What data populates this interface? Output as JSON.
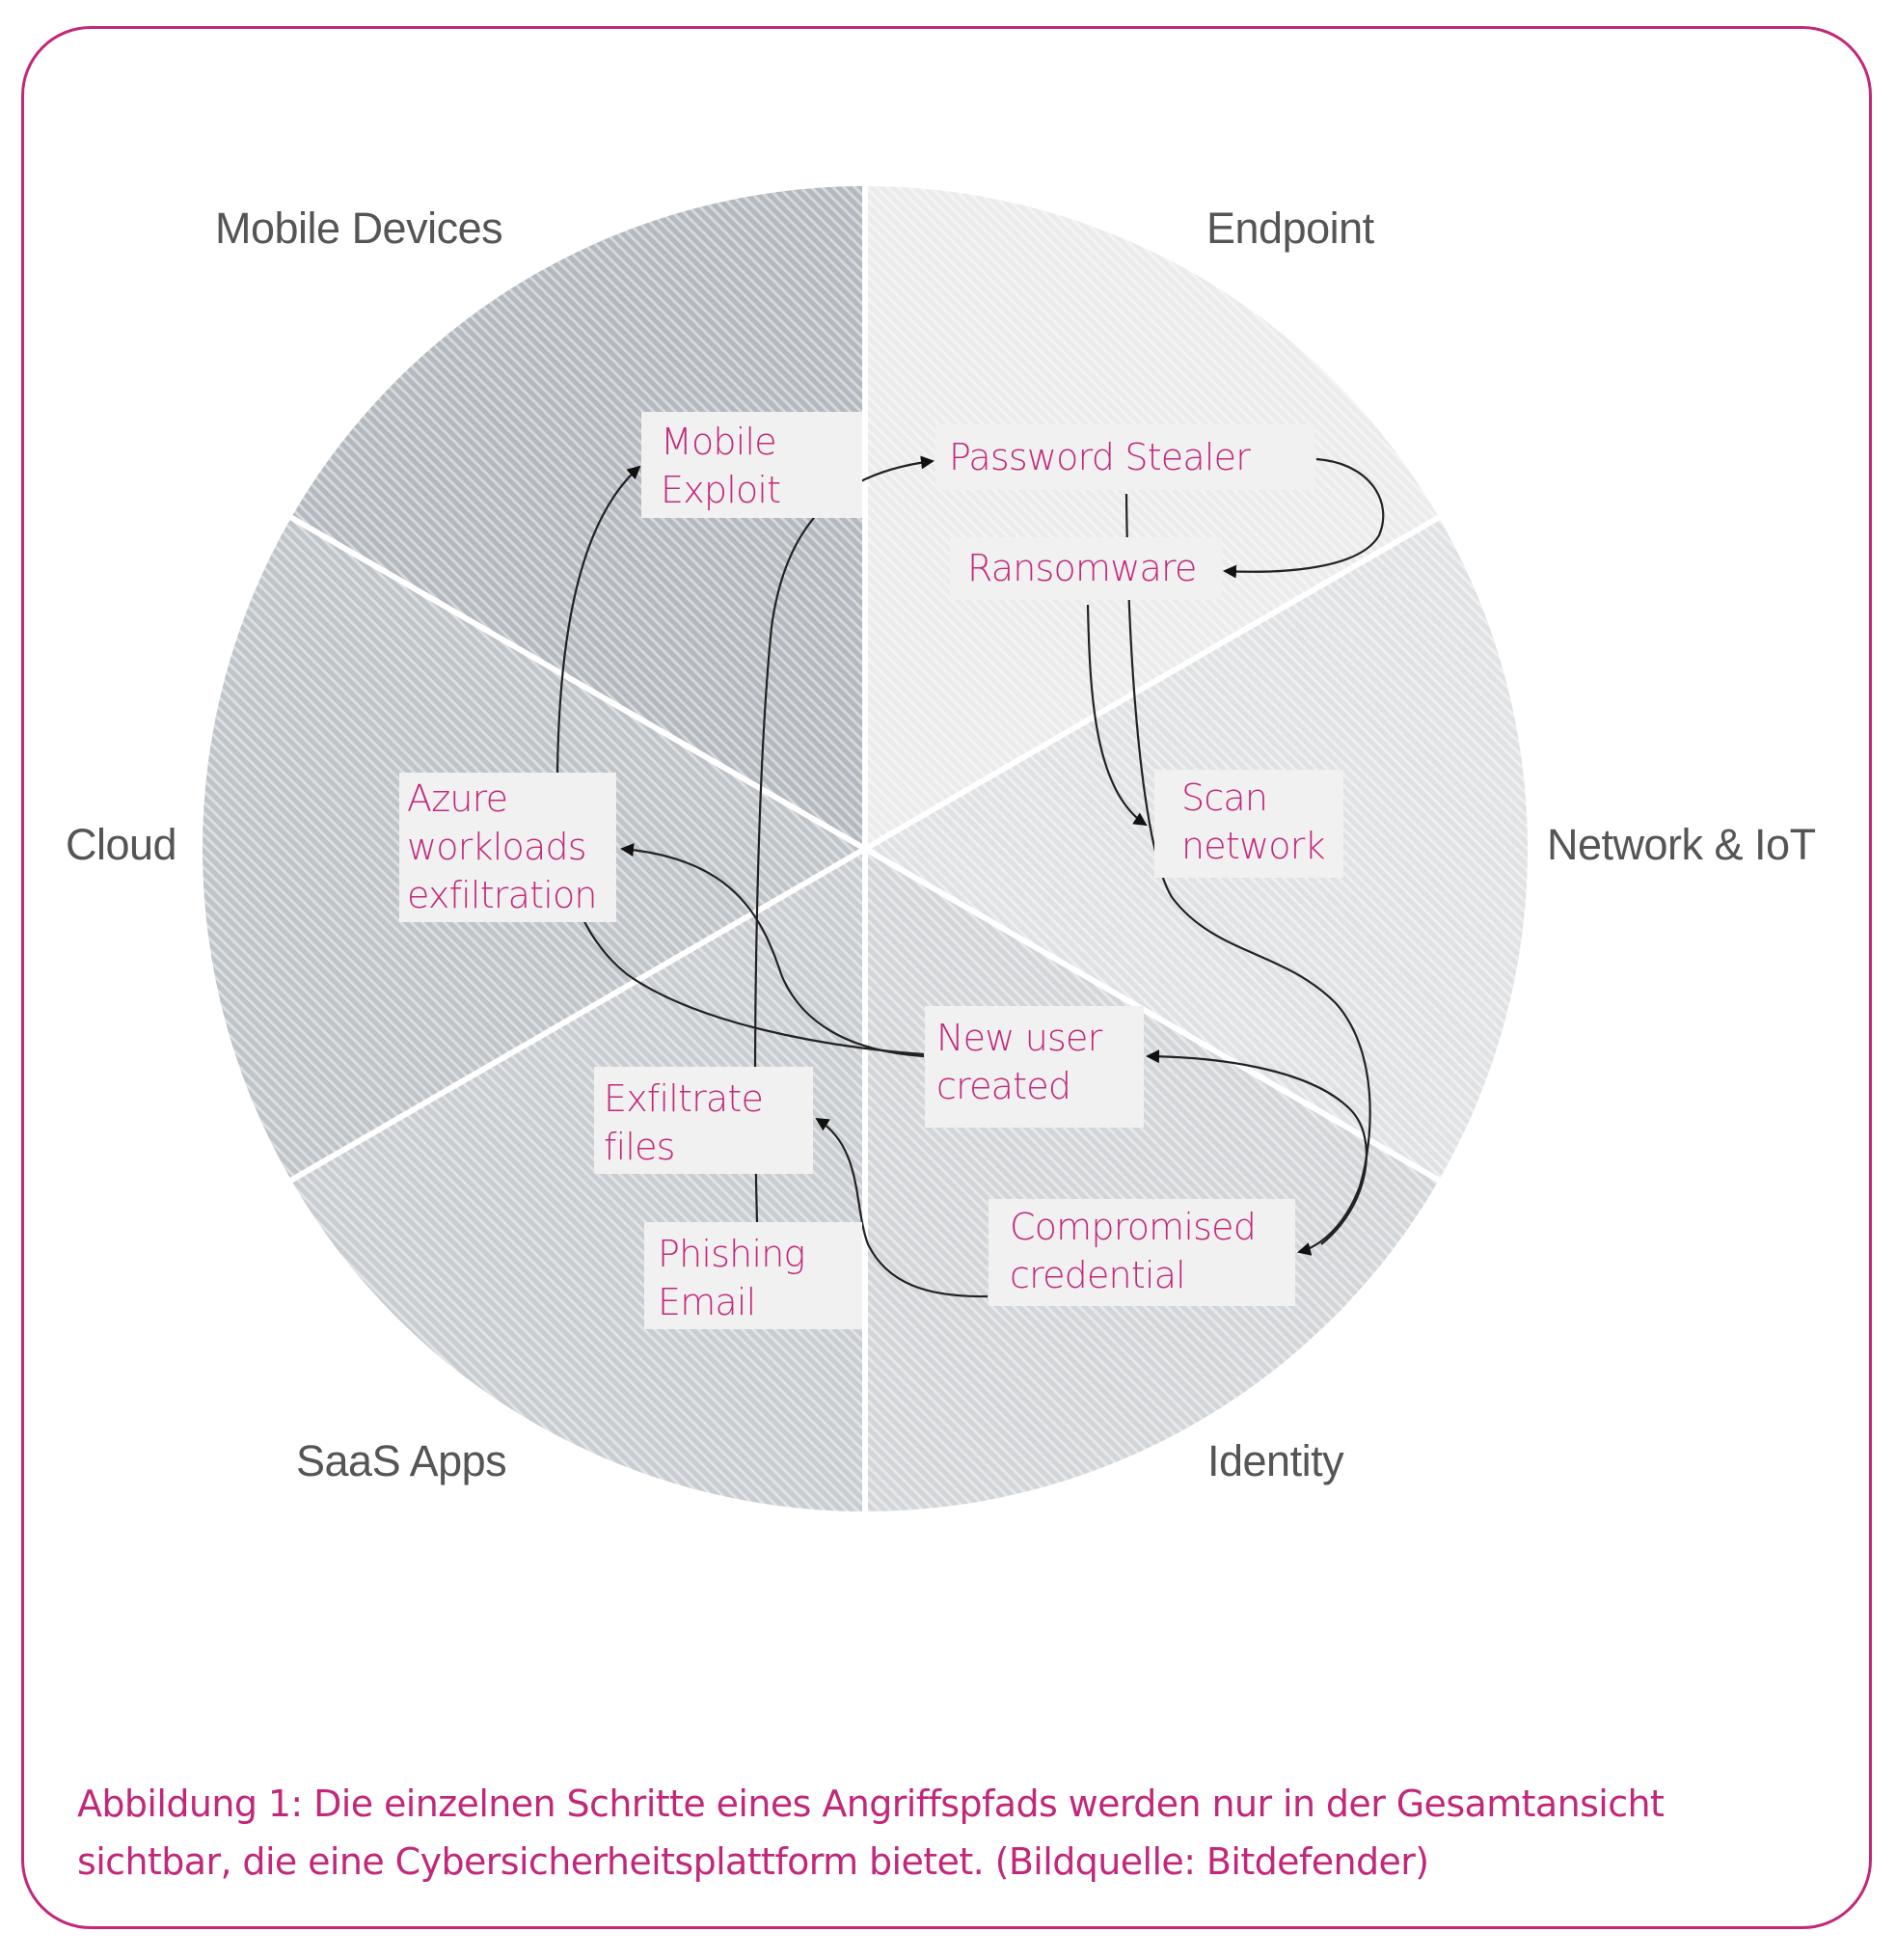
{
  "figure": {
    "accent_color": "#c2287a",
    "label_color": "#555555",
    "box_color": "#f1f1f1",
    "sectors": [
      {
        "id": "endpoint",
        "label": "Endpoint",
        "shade": "#ebebec"
      },
      {
        "id": "network",
        "label": "Network & IoT",
        "shade": "#dfe1e3"
      },
      {
        "id": "identity",
        "label": "Identity",
        "shade": "#d3d6d9"
      },
      {
        "id": "saas",
        "label": "SaaS Apps",
        "shade": "#c9cdd1"
      },
      {
        "id": "cloud",
        "label": "Cloud",
        "shade": "#bfc4c9"
      },
      {
        "id": "mobile",
        "label": "Mobile Devices",
        "shade": "#b3b9bf"
      }
    ],
    "nodes": [
      {
        "id": "mobile-exploit",
        "text": "Mobile\nExploit"
      },
      {
        "id": "password-stealer",
        "text": "Password Stealer"
      },
      {
        "id": "ransomware",
        "text": "Ransomware"
      },
      {
        "id": "scan-network",
        "text": "Scan\nnetwork"
      },
      {
        "id": "azure-workloads",
        "text": "Azure\nworkloads\nexfiltration"
      },
      {
        "id": "new-user",
        "text": "New user\ncreated"
      },
      {
        "id": "exfiltrate-files",
        "text": "Exfiltrate\nfiles"
      },
      {
        "id": "phishing-email",
        "text": "Phishing\nEmail"
      },
      {
        "id": "compromised-credential",
        "text": "Compromised\ncredential"
      }
    ],
    "edges": [
      {
        "from": "phishing-email",
        "to": "password-stealer"
      },
      {
        "from": "password-stealer",
        "to": "ransomware"
      },
      {
        "from": "ransomware",
        "to": "scan-network"
      },
      {
        "from": "password-stealer",
        "to": "compromised-credential"
      },
      {
        "from": "compromised-credential",
        "to": "new-user"
      },
      {
        "from": "compromised-credential",
        "to": "exfiltrate-files"
      },
      {
        "from": "new-user",
        "to": "azure-workloads"
      },
      {
        "from": "new-user",
        "to": "mobile-exploit"
      }
    ]
  },
  "caption": {
    "line1": "Abbildung 1: Die einzelnen Schritte eines Angriffspfads werden nur in der Gesamtansicht",
    "line2": "sichtbar, die eine Cybersicherheitsplattform bietet. (Bildquelle: Bitdefender)"
  }
}
